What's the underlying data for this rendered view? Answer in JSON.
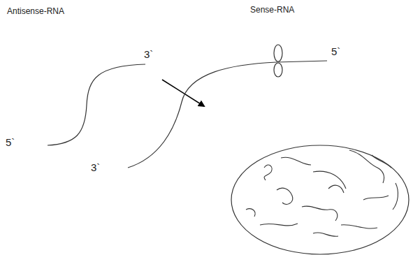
{
  "diagram": {
    "labels": [
      "Antisense-RNA",
      "3`",
      "5`",
      "Sense-RNA",
      "5`",
      "3`"
    ]
  }
}
